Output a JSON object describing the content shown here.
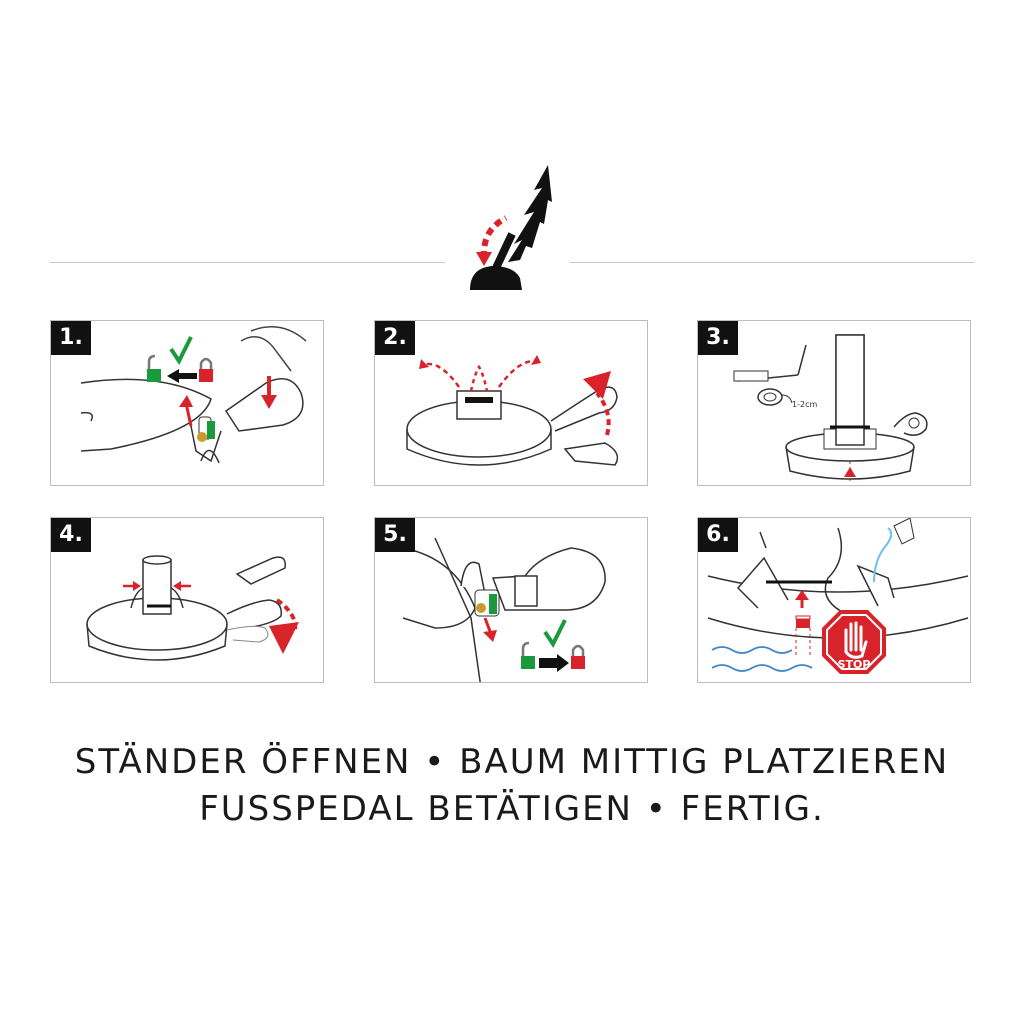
{
  "colors": {
    "accent_red": "#d9232a",
    "accent_green": "#1a9a3c",
    "ink": "#111111",
    "frame": "#bdbdbd"
  },
  "icons": [
    "tree-icon",
    "stand-icon",
    "lock-open-icon",
    "lock-closed-icon",
    "checkmark-icon",
    "hand-icon",
    "saw-icon",
    "water-waves-icon",
    "stop-sign-icon"
  ],
  "steps": [
    {
      "number": "1."
    },
    {
      "number": "2."
    },
    {
      "number": "3.",
      "measure_label": "1-2cm"
    },
    {
      "number": "4."
    },
    {
      "number": "5."
    },
    {
      "number": "6.",
      "stop_label": "STOP"
    }
  ],
  "caption": {
    "line1": "STÄNDER ÖFFNEN • BAUM MITTIG PLATZIEREN",
    "line2": "FUSSPEDAL BETÄTIGEN • FERTIG."
  }
}
